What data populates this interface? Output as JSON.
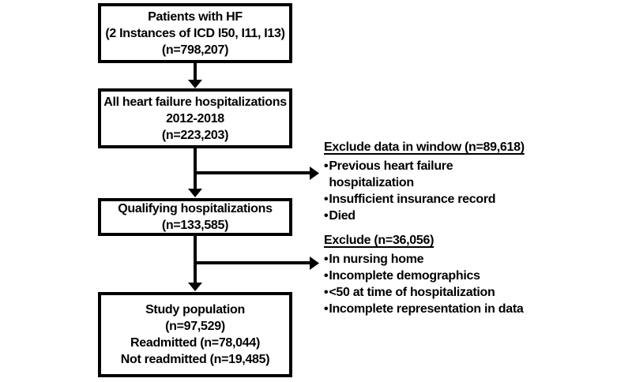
{
  "flowchart": {
    "boxes": [
      {
        "id": "patients-with-hf",
        "lines": [
          "Patients with HF",
          "(2 Instances of ICD I50, I11, I13)",
          "(n=798,207)"
        ]
      },
      {
        "id": "all-hf-hospitalizations",
        "lines": [
          "All heart failure hospitalizations",
          "2012-2018",
          "(n=223,203)"
        ]
      },
      {
        "id": "qualifying-hospitalizations",
        "lines": [
          "Qualifying hospitalizations",
          "(n=133,585)"
        ]
      },
      {
        "id": "study-population",
        "lines": [
          "Study population",
          "(n=97,529)",
          "Readmitted (n=78,044)",
          "Not readmitted (n=19,485)"
        ]
      }
    ],
    "exclusions": [
      {
        "heading": "Exclude data in window (n=89,618)",
        "items": [
          "Previous heart failure\nhospitalization",
          "Insufficient insurance record",
          "Died"
        ]
      },
      {
        "heading": "Exclude (n=36,056)",
        "items": [
          "In nursing home",
          "Incomplete demographics",
          "<50 at time of hospitalization",
          "Incomplete representation in data"
        ]
      }
    ],
    "colors": {
      "stroke": "#000000",
      "background": "#ffffff",
      "text": "#000000"
    }
  }
}
